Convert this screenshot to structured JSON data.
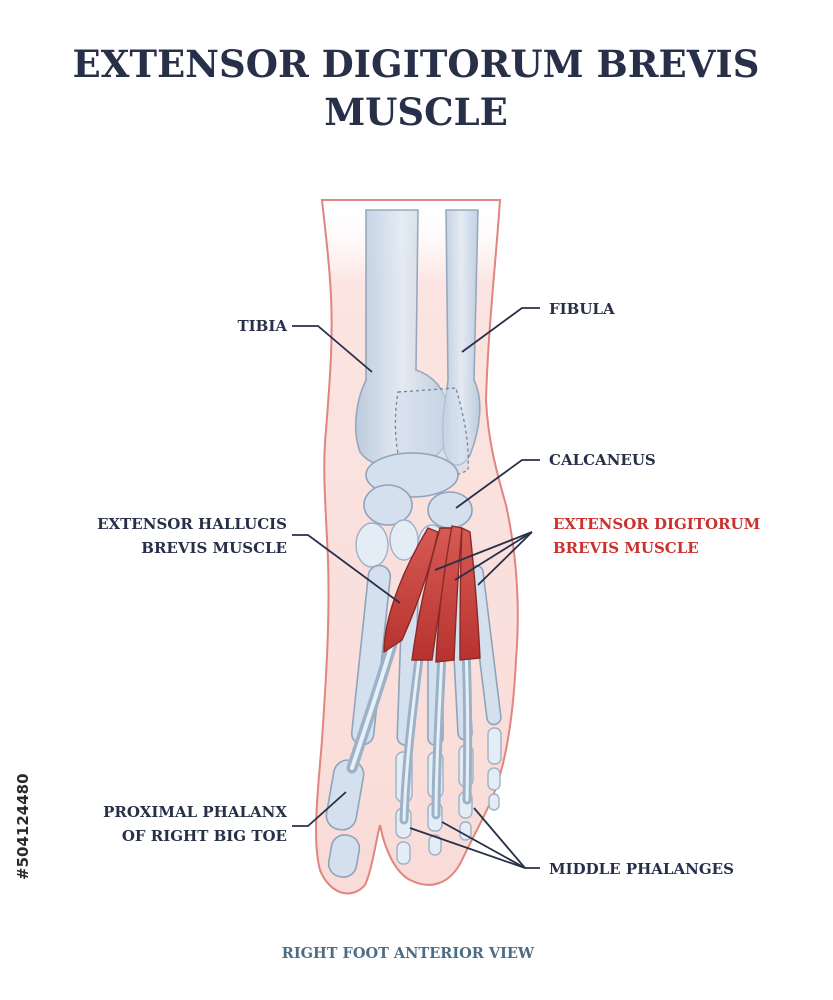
{
  "title": {
    "line1": "EXTENSOR DIGITORUM BREVIS",
    "line2": "MUSCLE"
  },
  "labels": {
    "tibia": "TIBIA",
    "fibula": "FIBULA",
    "calcaneus": "CALCANEUS",
    "ehb_line1": "EXTENSOR HALLUCIS",
    "ehb_line2": "BREVIS MUSCLE",
    "edb_line1": "EXTENSOR DIGITORUM",
    "edb_line2": "BREVIS MUSCLE",
    "proximal_line1": "PROXIMAL PHALANX",
    "proximal_line2": "OF RIGHT BIG TOE",
    "middle_phalanges": "MIDDLE PHALANGES"
  },
  "caption": "RIGHT FOOT ANTERIOR VIEW",
  "stock_id": "#504124480",
  "colors": {
    "title": "#283049",
    "label": "#283049",
    "highlight_label": "#c9322f",
    "caption": "#4d6d85",
    "skin_outline": "#e0857f",
    "skin_fill": "#fbe4e1",
    "bone_fill": "#d4e0ee",
    "bone_stroke": "#8fa3bb",
    "muscle": "#c84a45"
  }
}
